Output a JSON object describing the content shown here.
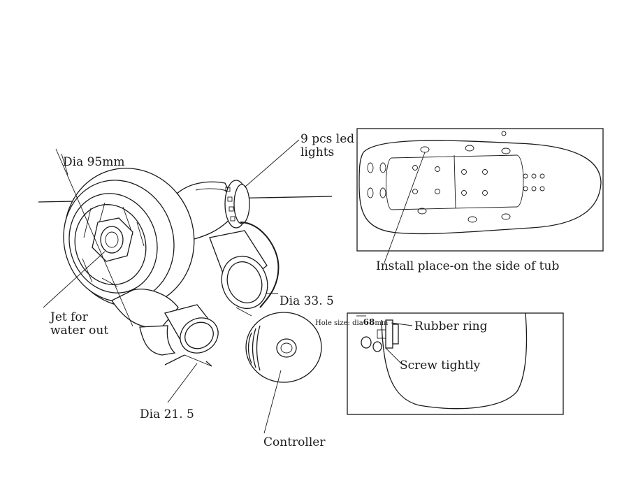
{
  "labels": {
    "dia_95": "Dia 95mm",
    "led_line1": "9 pcs led",
    "led_line2": "lights",
    "jet_line1": "Jet for",
    "jet_line2": "water out",
    "dia_33": "Dia 33. 5",
    "dia_21": "Dia  21. 5",
    "controller": "Controller",
    "install_place": "Install place-on the side of tub",
    "hole_size_prefix": "Hole size:  dia",
    "hole_size_value": "68",
    "hole_size_unit": "mm",
    "rubber_ring": "Rubber ring",
    "screw_tightly": "Screw tightly"
  }
}
